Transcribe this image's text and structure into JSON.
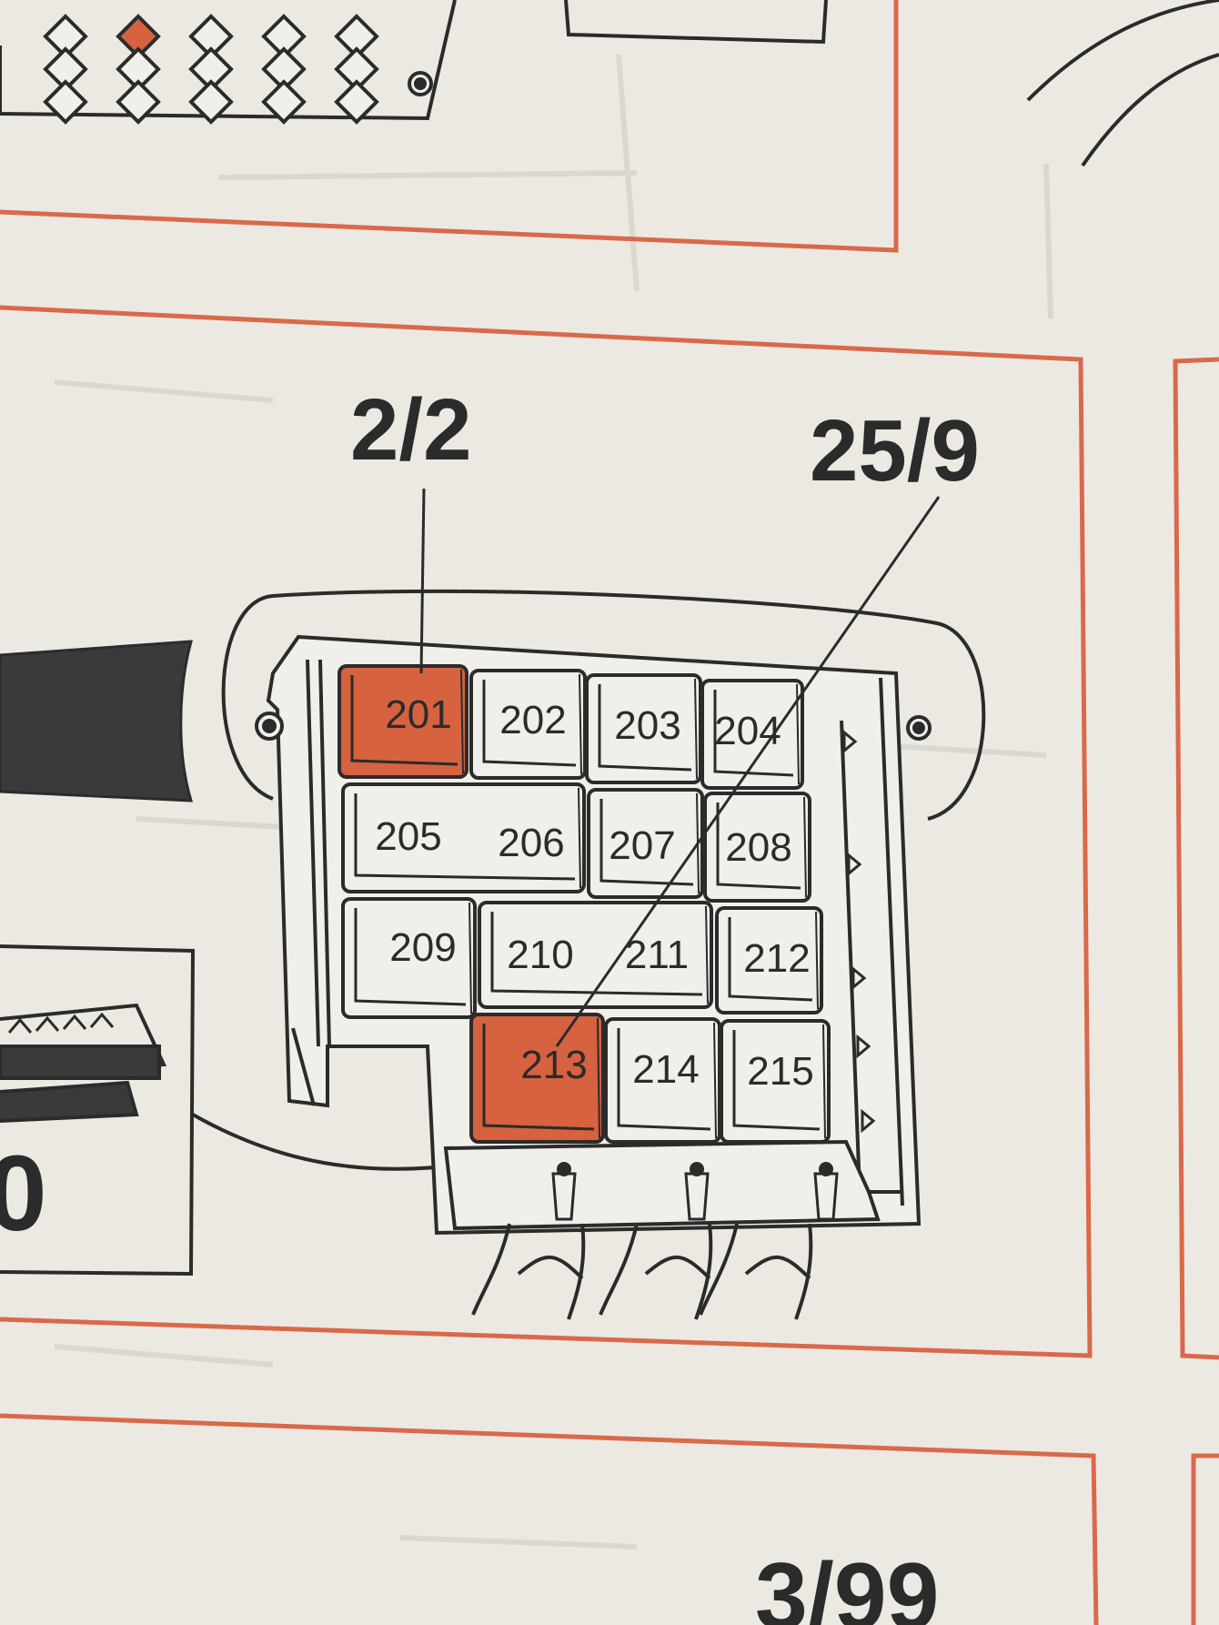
{
  "colors": {
    "paper": "#ece9e2",
    "frame": "#d9694a",
    "ink": "#2b2b2b",
    "highlight": "#d6623f",
    "relay_fill": "#f1efe9"
  },
  "labels": {
    "callout_left": "2/2",
    "callout_right": "25/9",
    "bottom_page_ref": "3/99",
    "left_edge_fragment": "0"
  },
  "relays": [
    {
      "id": "201",
      "label": "201",
      "highlighted": true
    },
    {
      "id": "202",
      "label": "202",
      "highlighted": false
    },
    {
      "id": "203",
      "label": "203",
      "highlighted": false
    },
    {
      "id": "204",
      "label": "204",
      "highlighted": false
    },
    {
      "id": "205",
      "label": "205",
      "highlighted": false
    },
    {
      "id": "206",
      "label": "206",
      "highlighted": false
    },
    {
      "id": "207",
      "label": "207",
      "highlighted": false
    },
    {
      "id": "208",
      "label": "208",
      "highlighted": false
    },
    {
      "id": "209",
      "label": "209",
      "highlighted": false
    },
    {
      "id": "210",
      "label": "210",
      "highlighted": false
    },
    {
      "id": "211",
      "label": "211",
      "highlighted": false
    },
    {
      "id": "212",
      "label": "212",
      "highlighted": false
    },
    {
      "id": "213",
      "label": "213",
      "highlighted": true
    },
    {
      "id": "214",
      "label": "214",
      "highlighted": false
    },
    {
      "id": "215",
      "label": "215",
      "highlighted": false
    }
  ],
  "callout_links": [
    {
      "callout": "callout_left",
      "relay": "201"
    },
    {
      "callout": "callout_right",
      "relay": "213"
    }
  ]
}
